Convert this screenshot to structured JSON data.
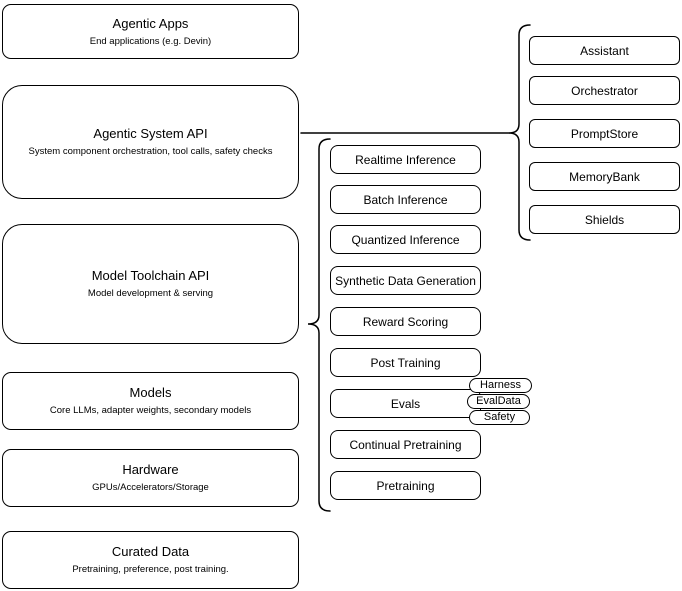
{
  "page": {
    "background_color": "#ffffff",
    "stroke_color": "#000000",
    "text_color": "#000000"
  },
  "left_column": {
    "boxes": [
      {
        "title": "Agentic Apps",
        "subtitle": "End applications (e.g. Devin)"
      },
      {
        "title": "Agentic System API",
        "subtitle": "System component orchestration, tool calls, safety checks"
      },
      {
        "title": "Model Toolchain API",
        "subtitle": "Model development & serving"
      },
      {
        "title": "Models",
        "subtitle": "Core LLMs, adapter weights, secondary models"
      },
      {
        "title": "Hardware",
        "subtitle": "GPUs/Accelerators/Storage"
      },
      {
        "title": "Curated Data",
        "subtitle": "Pretraining, preference, post training."
      }
    ]
  },
  "toolchain_group": {
    "items": [
      {
        "label": "Realtime Inference"
      },
      {
        "label": "Batch Inference"
      },
      {
        "label": "Quantized Inference"
      },
      {
        "label": "Synthetic Data Generation"
      },
      {
        "label": "Reward Scoring"
      },
      {
        "label": "Post Training"
      },
      {
        "label": "Evals"
      },
      {
        "label": "Continual Pretraining"
      },
      {
        "label": "Pretraining"
      }
    ],
    "eval_tags": [
      {
        "label": "Harness"
      },
      {
        "label": "EvalData"
      },
      {
        "label": "Safety"
      }
    ]
  },
  "system_group": {
    "items": [
      {
        "label": "Assistant"
      },
      {
        "label": "Orchestrator"
      },
      {
        "label": "PromptStore"
      },
      {
        "label": "MemoryBank"
      },
      {
        "label": "Shields"
      }
    ]
  }
}
